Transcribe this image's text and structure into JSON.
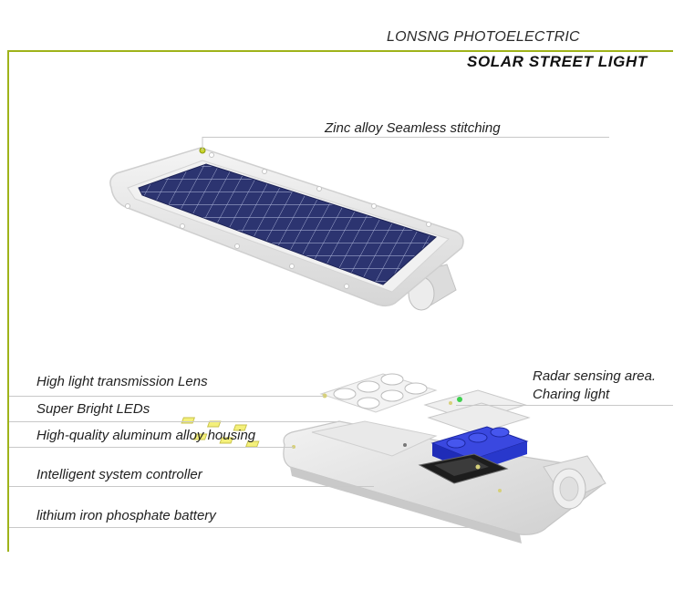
{
  "header": {
    "brand": "LONSNG PHOTOELECTRIC",
    "title": "SOLAR STREET LIGHT"
  },
  "callouts": {
    "zinc_alloy": "Zinc alloy Seamless stitching",
    "lens": "High light transmission Lens",
    "leds": "Super Bright LEDs",
    "housing": "High-quality aluminum alloy housing",
    "controller": "Intelligent system controller",
    "battery": "lithium iron phosphate battery",
    "radar_line1": "Radar sensing area.",
    "radar_line2": "Charing light"
  },
  "colors": {
    "accent": "#9fb31a",
    "panel_cell": "#2c3470",
    "battery": "#2433c8",
    "housing": "#e4e4e4"
  }
}
